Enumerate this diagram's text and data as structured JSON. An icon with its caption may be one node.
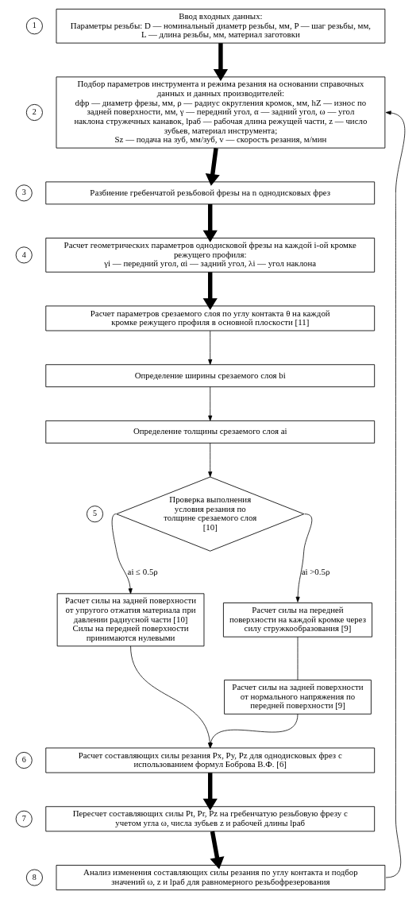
{
  "diagram": {
    "nodes": [
      {
        "text": [
          "1"
        ]
      },
      {
        "text": [
          "Ввод входных данных:",
          "Параметры резьбы: D — номинальный диаметр резьбы, мм, P — шаг резьбы, мм, L — длина резьбы, мм, материал заготовки"
        ]
      },
      {
        "text": [
          "2"
        ]
      },
      {
        "text": [
          "Подбор параметров инструмента и режима резания на основании справочных данных и данных производителей:",
          "dфр — диаметр фрезы, мм, ρ — радиус округления кромок, мм, hZ — износ по задней поверхности, мм, γ — передний угол, α — задний угол, ω — угол наклона стружечных канавок, lраб — рабочая длина режущей части, z — число зубьев, материал инструмента;",
          "Sz — подача на зуб, мм/зуб, v — скорость резания, м/мин"
        ]
      },
      {
        "text": [
          "3"
        ]
      },
      {
        "text": [
          "Разбиение гребенчатой резьбовой фрезы на n однодисковых фрез"
        ]
      },
      {
        "text": [
          "4"
        ]
      },
      {
        "text": [
          "Расчет геометрических параметров однодисковой фрезы на каждой i-ой кромке режущего профиля:",
          "γi — передний угол, αi — задний угол, λi — угол наклона"
        ]
      },
      {
        "text": [
          "Расчет параметров срезаемого слоя по углу контакта θ на каждой кромке режущего профиля в основной плоскости [11]"
        ]
      },
      {
        "text": [
          "Определение ширины срезаемого слоя bi"
        ]
      },
      {
        "text": [
          "Определение толщины срезаемого слоя ai"
        ]
      },
      {
        "text": [
          "5"
        ]
      },
      {
        "text": [
          "Проверка выполнения условия резания по толщине срезаемого слоя [10]"
        ]
      },
      {
        "text": [
          "Расчет силы на задней поверхности от упругого отжатия материала при давлении радиусной части [10]",
          "Силы на передней поверхности принимаются нулевыми"
        ]
      },
      {
        "text": [
          "Расчет силы на передней поверхности на каждой кромке через силу стружкообразования [9]"
        ]
      },
      {
        "text": [
          "Расчет силы на задней поверхности от нормального напряжения по передней поверхности [9]"
        ]
      },
      {
        "text": [
          "6"
        ]
      },
      {
        "text": [
          "Расчет составляющих силы резания Px, Py, Pz для однодисковых фрез с использованием формул Боброва В.Ф. [6]"
        ]
      },
      {
        "text": [
          "7"
        ]
      },
      {
        "text": [
          "Пересчет составляющих силы Pt, Pr, Pz на гребенчатую резьбовую фрезу с учетом угла ω, числа зубьев z и рабочей длины lраб"
        ]
      },
      {
        "text": [
          "8"
        ]
      },
      {
        "text": [
          "Анализ изменения составляющих силы резания по углу контакта и подбор значений ω, z и lраб для равномерного резьбофрезерования"
        ]
      }
    ],
    "edges": [
      {
        "from": 1,
        "to": 3,
        "arrow": "to",
        "style": "thick"
      },
      {
        "from": 3,
        "to": 5,
        "arrow": "to",
        "style": "thick"
      },
      {
        "from": 5,
        "to": 7,
        "arrow": "to",
        "style": "thick"
      },
      {
        "from": 7,
        "to": 8,
        "arrow": "to",
        "style": "thick"
      },
      {
        "from": 8,
        "to": 9,
        "arrow": "to"
      },
      {
        "from": 9,
        "to": 10,
        "arrow": "to"
      },
      {
        "from": 10,
        "to": 12,
        "arrow": "to"
      },
      {
        "from": 12,
        "to": 13,
        "arrow": "to",
        "label": "ai ≤ 0.5ρ"
      },
      {
        "from": 12,
        "to": 14,
        "arrow": "to",
        "label": "ai >0.5ρ"
      },
      {
        "from": 14,
        "to": 15,
        "arrow": "none"
      },
      {
        "from": 13,
        "to": 17,
        "arrow": "to"
      },
      {
        "from": 15,
        "to": 17,
        "arrow": "to"
      },
      {
        "from": 17,
        "to": 19,
        "arrow": "to",
        "style": "thick"
      },
      {
        "from": 19,
        "to": 21,
        "arrow": "to",
        "style": "thick"
      },
      {
        "from": 21,
        "to": 3,
        "arrow": "to"
      }
    ]
  }
}
